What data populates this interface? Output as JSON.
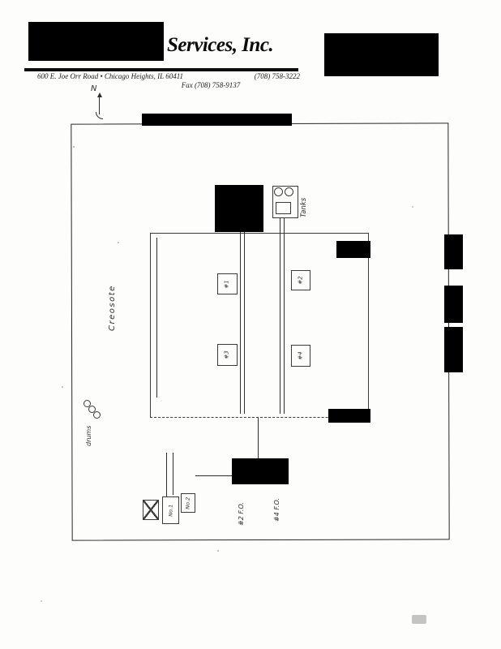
{
  "letterhead": {
    "company_name": "Services, Inc.",
    "address": "600 E. Joe Orr Road • Chicago Heights, IL 60411",
    "phone": "(708) 758-3222",
    "fax": "Fax (708) 758-9137"
  },
  "site_plan": {
    "north_label": "N",
    "tanks_label": "Tanks",
    "creosote_label": "Creosote",
    "drums_label": "drums",
    "track_boxes": [
      {
        "label": "#1"
      },
      {
        "label": "#2"
      },
      {
        "label": "#3"
      },
      {
        "label": "#4"
      }
    ],
    "fuel_labels": [
      {
        "label": "#2 F.O."
      },
      {
        "label": "#4 F.O."
      }
    ],
    "boiler_boxes": [
      {
        "label": "No.1"
      },
      {
        "label": "No.2"
      }
    ]
  },
  "colors": {
    "paper": "#fdfdfb",
    "ink": "#2e2e2e",
    "redaction": "#000000"
  }
}
